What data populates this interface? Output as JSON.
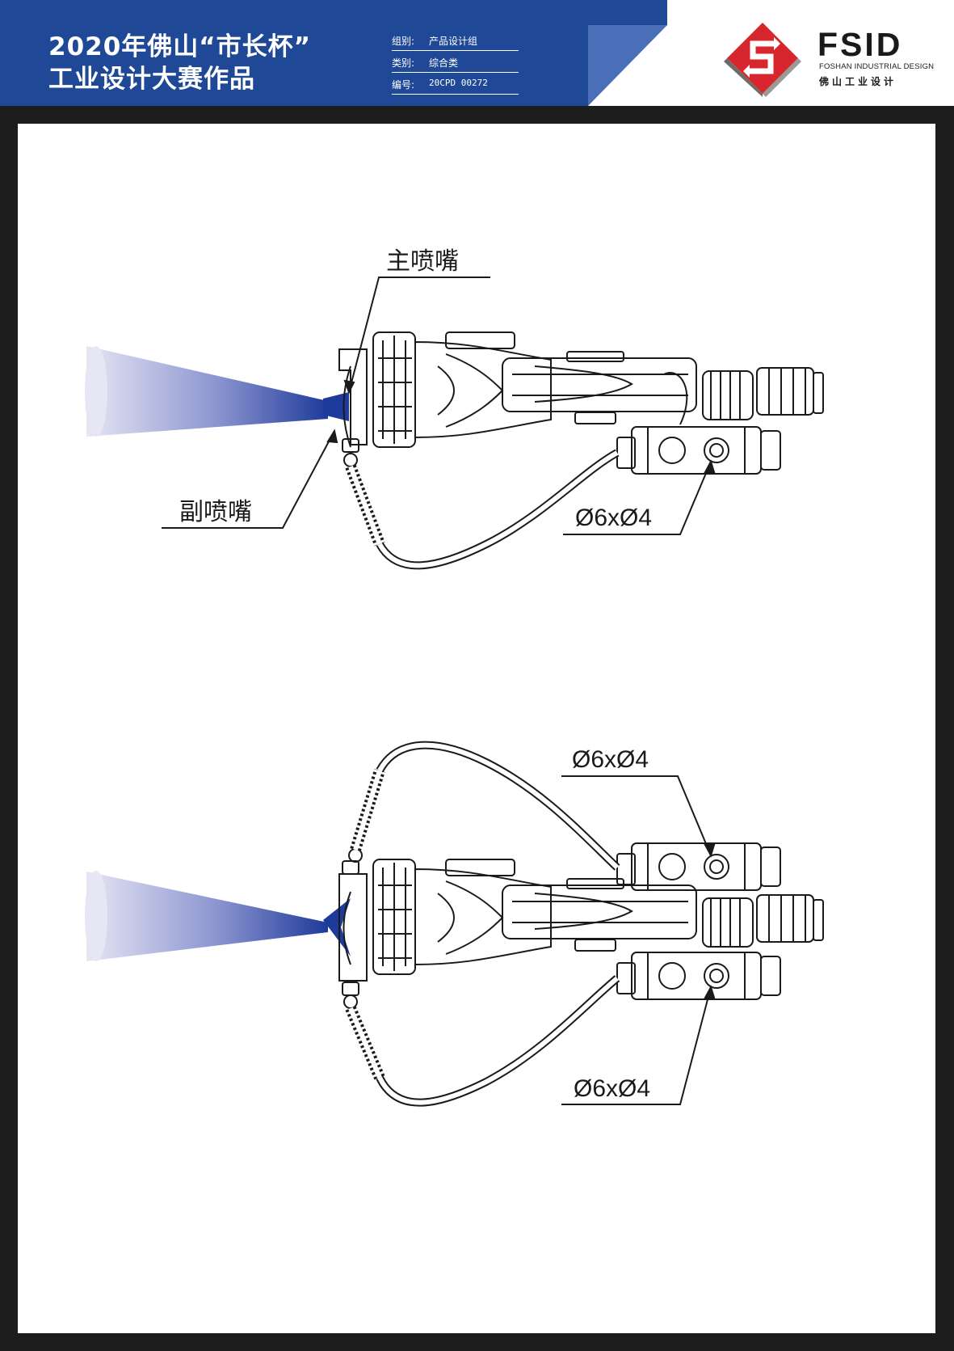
{
  "header": {
    "title_line1": "2020年佛山“市长杯”",
    "title_line2": "工业设计大赛作品",
    "meta": [
      {
        "key": "组别:",
        "value": "产品设计组"
      },
      {
        "key": "类别:",
        "value": "综合类"
      },
      {
        "key": "编号:",
        "value": "20CPD 00272"
      }
    ],
    "logo": {
      "wordmark": "FSID",
      "subtitle": "FOSHAN INDUSTRIAL DESIGN",
      "chinese": "佛山工业设计"
    }
  },
  "colors": {
    "brand_blue": "#1f4897",
    "spray_blue": "#1e3a9a",
    "logo_red": "#d7262d",
    "frame": "#1d1d1d"
  },
  "drawing": {
    "top": {
      "main_nozzle_label": "主喷嘴",
      "sub_nozzle_label": "副喷嘴",
      "hose_dimension": "Ø6xØ4"
    },
    "bottom": {
      "upper_hose_dimension": "Ø6xØ4",
      "lower_hose_dimension": "Ø6xØ4"
    }
  }
}
